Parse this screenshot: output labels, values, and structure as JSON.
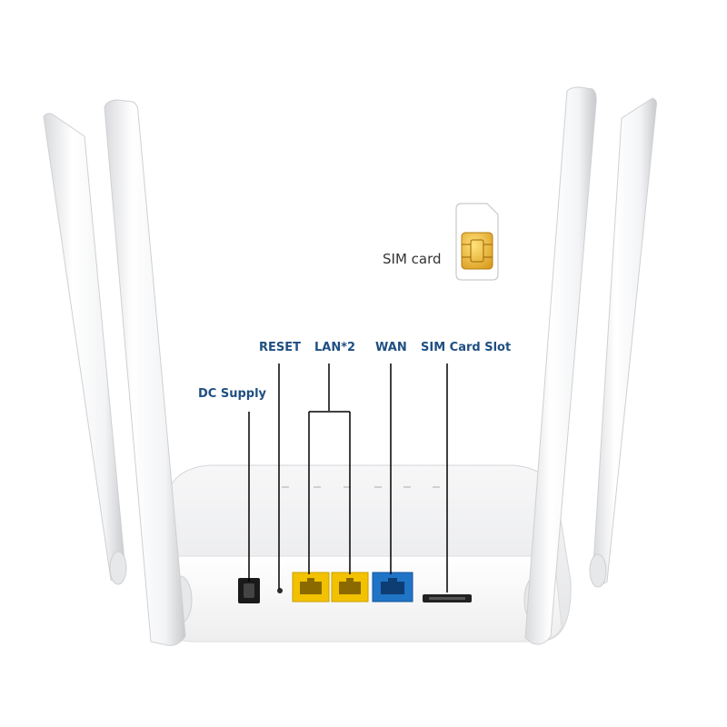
{
  "sim_card_label": "SIM card",
  "callouts": {
    "dc_supply": "DC Supply",
    "reset": "RESET",
    "lan": "LAN*2",
    "wan": "WAN",
    "sim_slot": "SIM Card  Slot"
  },
  "colors": {
    "callout_text": "#1f4f82",
    "lan_port": "#f2c200",
    "wan_port": "#1f74c6",
    "router_body": "#ffffff",
    "sim_chip": "#e8b030"
  }
}
